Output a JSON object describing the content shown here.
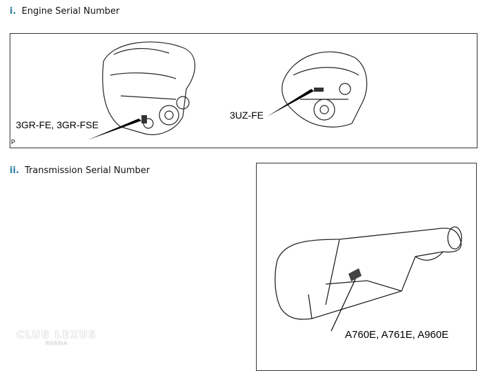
{
  "sections": [
    {
      "num": "i.",
      "title": "Engine Serial Number",
      "labels": {
        "left": "3GR-FE, 3GR-FSE",
        "right": "3UZ-FE",
        "corner": "P"
      }
    },
    {
      "num": "ii.",
      "title": "Transmission Serial Number",
      "labels": {
        "main": "A760E, A761E, A960E"
      }
    }
  ],
  "watermark": {
    "line1": "CLUB LEXUS",
    "line2": "RUSSIA"
  }
}
